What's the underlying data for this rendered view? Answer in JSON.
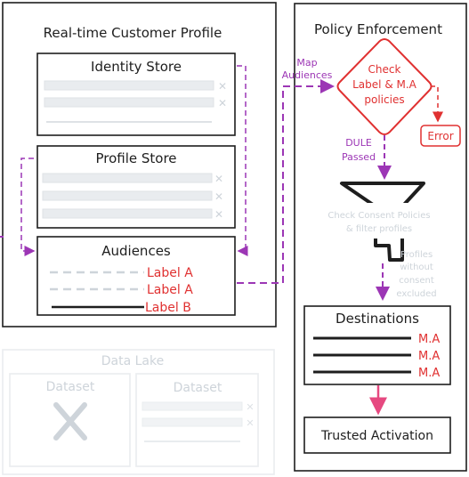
{
  "left_panel": {
    "title": "Real-time Customer Profile",
    "identity_store": {
      "title": "Identity Store"
    },
    "profile_store": {
      "title": "Profile Store"
    },
    "audiences": {
      "title": "Audiences",
      "labels": [
        "Label A",
        "Label A",
        "Label B"
      ]
    }
  },
  "data_lake": {
    "title": "Data Lake",
    "datasets": [
      {
        "title": "Dataset"
      },
      {
        "title": "Dataset"
      }
    ]
  },
  "policy": {
    "title": "Policy Enforcement",
    "map_audiences": [
      "Map",
      "Audiences"
    ],
    "check_policies": [
      "Check",
      "Label & M.A",
      "policies"
    ],
    "error": "Error",
    "dule_passed": [
      "DULE",
      "Passed"
    ],
    "consent_check": [
      "Check Consent Policies",
      "& filter profiles"
    ],
    "profiles_without_consent": [
      "Profiles",
      "without",
      "consent",
      "excluded"
    ],
    "destinations": {
      "title": "Destinations",
      "labels": [
        "M.A",
        "M.A",
        "M.A"
      ]
    },
    "trusted_activation": "Trusted Activation"
  },
  "colors": {
    "ink": "#1e1e1e",
    "red": "#e03131",
    "purple": "#9c36b5",
    "pink": "#e64980",
    "faded": "#dee2e6",
    "faded_text": "#ced4da"
  }
}
